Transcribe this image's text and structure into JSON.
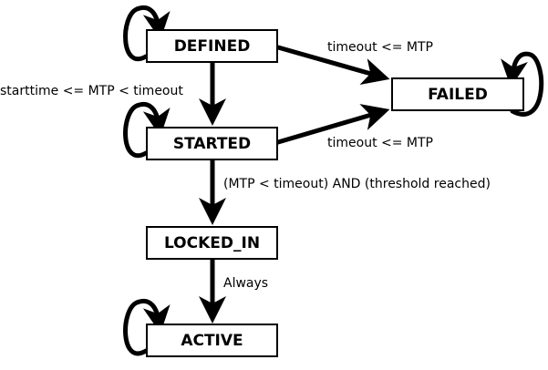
{
  "states": {
    "defined": "DEFINED",
    "started": "STARTED",
    "locked_in": "LOCKED_IN",
    "active": "ACTIVE",
    "failed": "FAILED"
  },
  "transitions": {
    "defined_to_started": "starttime <= MTP < timeout",
    "defined_to_failed": "timeout <= MTP",
    "started_to_failed": "timeout <= MTP",
    "started_to_locked_in": "(MTP < timeout) AND (threshold reached)",
    "locked_in_to_active": "Always"
  },
  "colors": {
    "stroke": "#000000",
    "fill": "#ffffff"
  }
}
